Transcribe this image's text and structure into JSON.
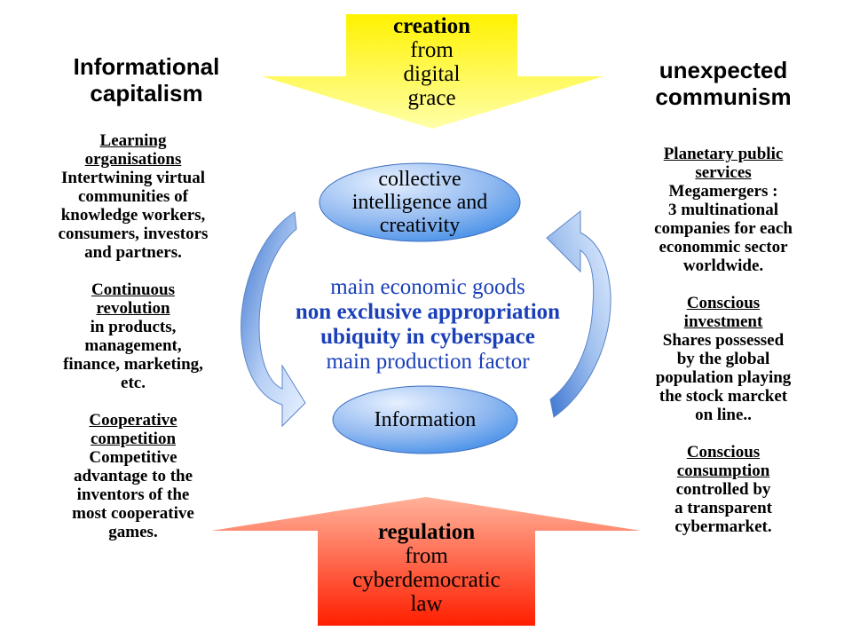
{
  "colors": {
    "top_arrow_top": "#fff200",
    "top_arrow_bottom": "#ffffa8",
    "bottom_arrow_top": "#ffb29a",
    "bottom_arrow_bottom": "#ff1e00",
    "ellipse_light": "#dbe9ff",
    "ellipse_dark": "#3f8ce8",
    "circular_arrow_light": "#e8f1ff",
    "circular_arrow_dark": "#3a73d0",
    "core_text": "#1a3fb8"
  },
  "top_arrow": {
    "line1": "creation",
    "line2": "from",
    "line3": "digital",
    "line4": "grace"
  },
  "bottom_arrow": {
    "line1": "regulation",
    "line2": "from",
    "line3": "cyberdemocratic",
    "line4": "law"
  },
  "left": {
    "title1": "Informational",
    "title2": "capitalism",
    "s1_h1": "Learning",
    "s1_h2": "organisations",
    "s1_b1": "Intertwining virtual",
    "s1_b2": "communities of",
    "s1_b3": "knowledge workers,",
    "s1_b4": "consumers, investors",
    "s1_b5": "and partners.",
    "s2_h1": "Continuous",
    "s2_h2": "revolution",
    "s2_b1": "in products,",
    "s2_b2": "management,",
    "s2_b3": "finance, marketing,",
    "s2_b4": "etc.",
    "s3_h1": "Cooperative",
    "s3_h2": "competition",
    "s3_b1": "Competitive",
    "s3_b2": "advantage to the",
    "s3_b3": "inventors of the",
    "s3_b4": "most cooperative",
    "s3_b5": "games."
  },
  "right": {
    "title1": "unexpected",
    "title2": "communism",
    "s1_h1": "Planetary public",
    "s1_h2": "services",
    "s1_b1": "Megamergers :",
    "s1_b2": "3 multinational",
    "s1_b3": "companies for each",
    "s1_b4": "econommic sector",
    "s1_b5": "worldwide.",
    "s2_h1": "Conscious",
    "s2_h2": "investment",
    "s2_b1": "Shares possessed",
    "s2_b2": "by the global",
    "s2_b3": "population playing",
    "s2_b4": "the stock marcket",
    "s2_b5": "on line..",
    "s3_h1": "Conscious",
    "s3_h2": "consumption",
    "s3_b1": "controlled by",
    "s3_b2": "a transparent",
    "s3_b3": "cybermarket."
  },
  "ellipse_top": {
    "line1": "collective",
    "line2": "intelligence and",
    "line3": "creativity"
  },
  "ellipse_bottom": {
    "line1": "Information"
  },
  "center": {
    "line1": "main economic goods",
    "line2": "non exclusive appropriation",
    "line3": "ubiquity in cyberspace",
    "line4": "main production factor"
  }
}
